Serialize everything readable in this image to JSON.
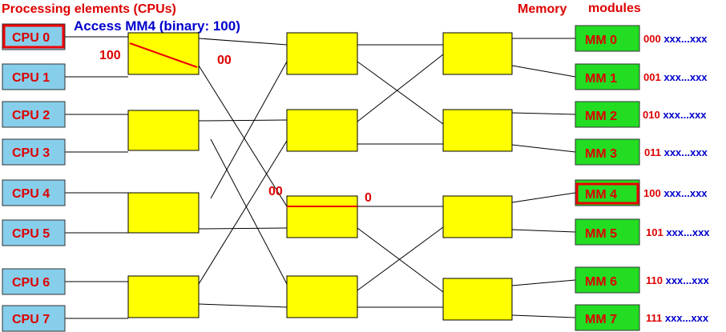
{
  "title_left": "Processing elements (CPUs)",
  "title_right_1": "Memory",
  "title_right_2": "modules",
  "access_label": "Access MM4 (binary: 100)",
  "route_labels": {
    "stage1_in": "100",
    "stage1_out": "00",
    "stage2_in": "00",
    "stage2_out": "0"
  },
  "cpus": [
    "CPU 0",
    "CPU 1",
    "CPU 2",
    "CPU 3",
    "CPU 4",
    "CPU 5",
    "CPU 6",
    "CPU 7"
  ],
  "memory_modules": [
    "MM 0",
    "MM 1",
    "MM 2",
    "MM 3",
    "MM 4",
    "MM 5",
    "MM 6",
    "MM 7"
  ],
  "addr_bits": [
    "000",
    "001",
    "010",
    "011",
    "100",
    "101",
    "110",
    "111"
  ],
  "addr_suffix": [
    "xxx...xxx",
    "xxx...xxx",
    "xxx...xxx",
    "xxx...xxx",
    "xxx...xxx",
    "xxx...xxx",
    "xxx...xxx",
    "xxx...xxx"
  ],
  "selected_cpu_index": 0,
  "selected_mm_index": 4,
  "colors": {
    "cpu_fill": "#87ceeb",
    "mm_fill": "#22dd22",
    "switch_fill": "#ffff00",
    "label_red": "#dd0000",
    "label_blue": "#0000cc",
    "route_red": "#ee0000"
  }
}
